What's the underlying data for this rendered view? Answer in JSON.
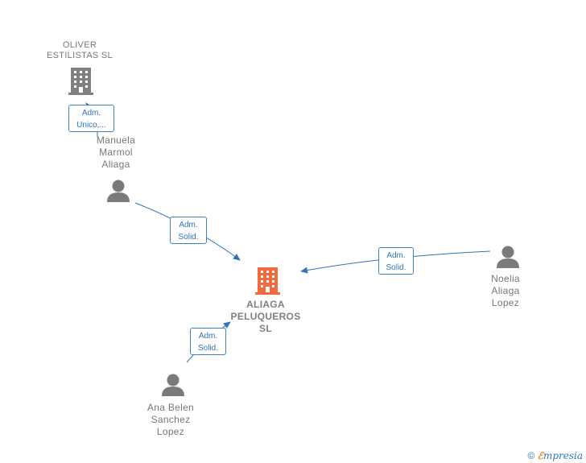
{
  "nodes": {
    "oliver": {
      "label": "OLIVER\nESTILISTAS  SL"
    },
    "aliaga_peluqueros": {
      "label": "ALIAGA\nPELUQUEROS\nSL"
    },
    "manuela": {
      "label": "Manuela\nMarmol\nAliaga"
    },
    "noelia": {
      "label": "Noelia\nAliaga\nLopez"
    },
    "ana": {
      "label": "Ana Belen\nSanchez\nLopez"
    }
  },
  "edges": {
    "manuela_oliver": "Adm.\nUnico,...",
    "manuela_aliaga": "Adm.\nSolid.",
    "noelia_aliaga": "Adm.\nSolid.",
    "ana_aliaga": "Adm.\nSolid."
  },
  "colors": {
    "edge": "#2f74b8",
    "person_icon": "#7a7a7a",
    "company_icon": "#808080",
    "main_company_icon": "#f26a3d"
  },
  "footer": {
    "copyright": "©",
    "brand_e": "ℰ",
    "brand": "mpresia"
  }
}
